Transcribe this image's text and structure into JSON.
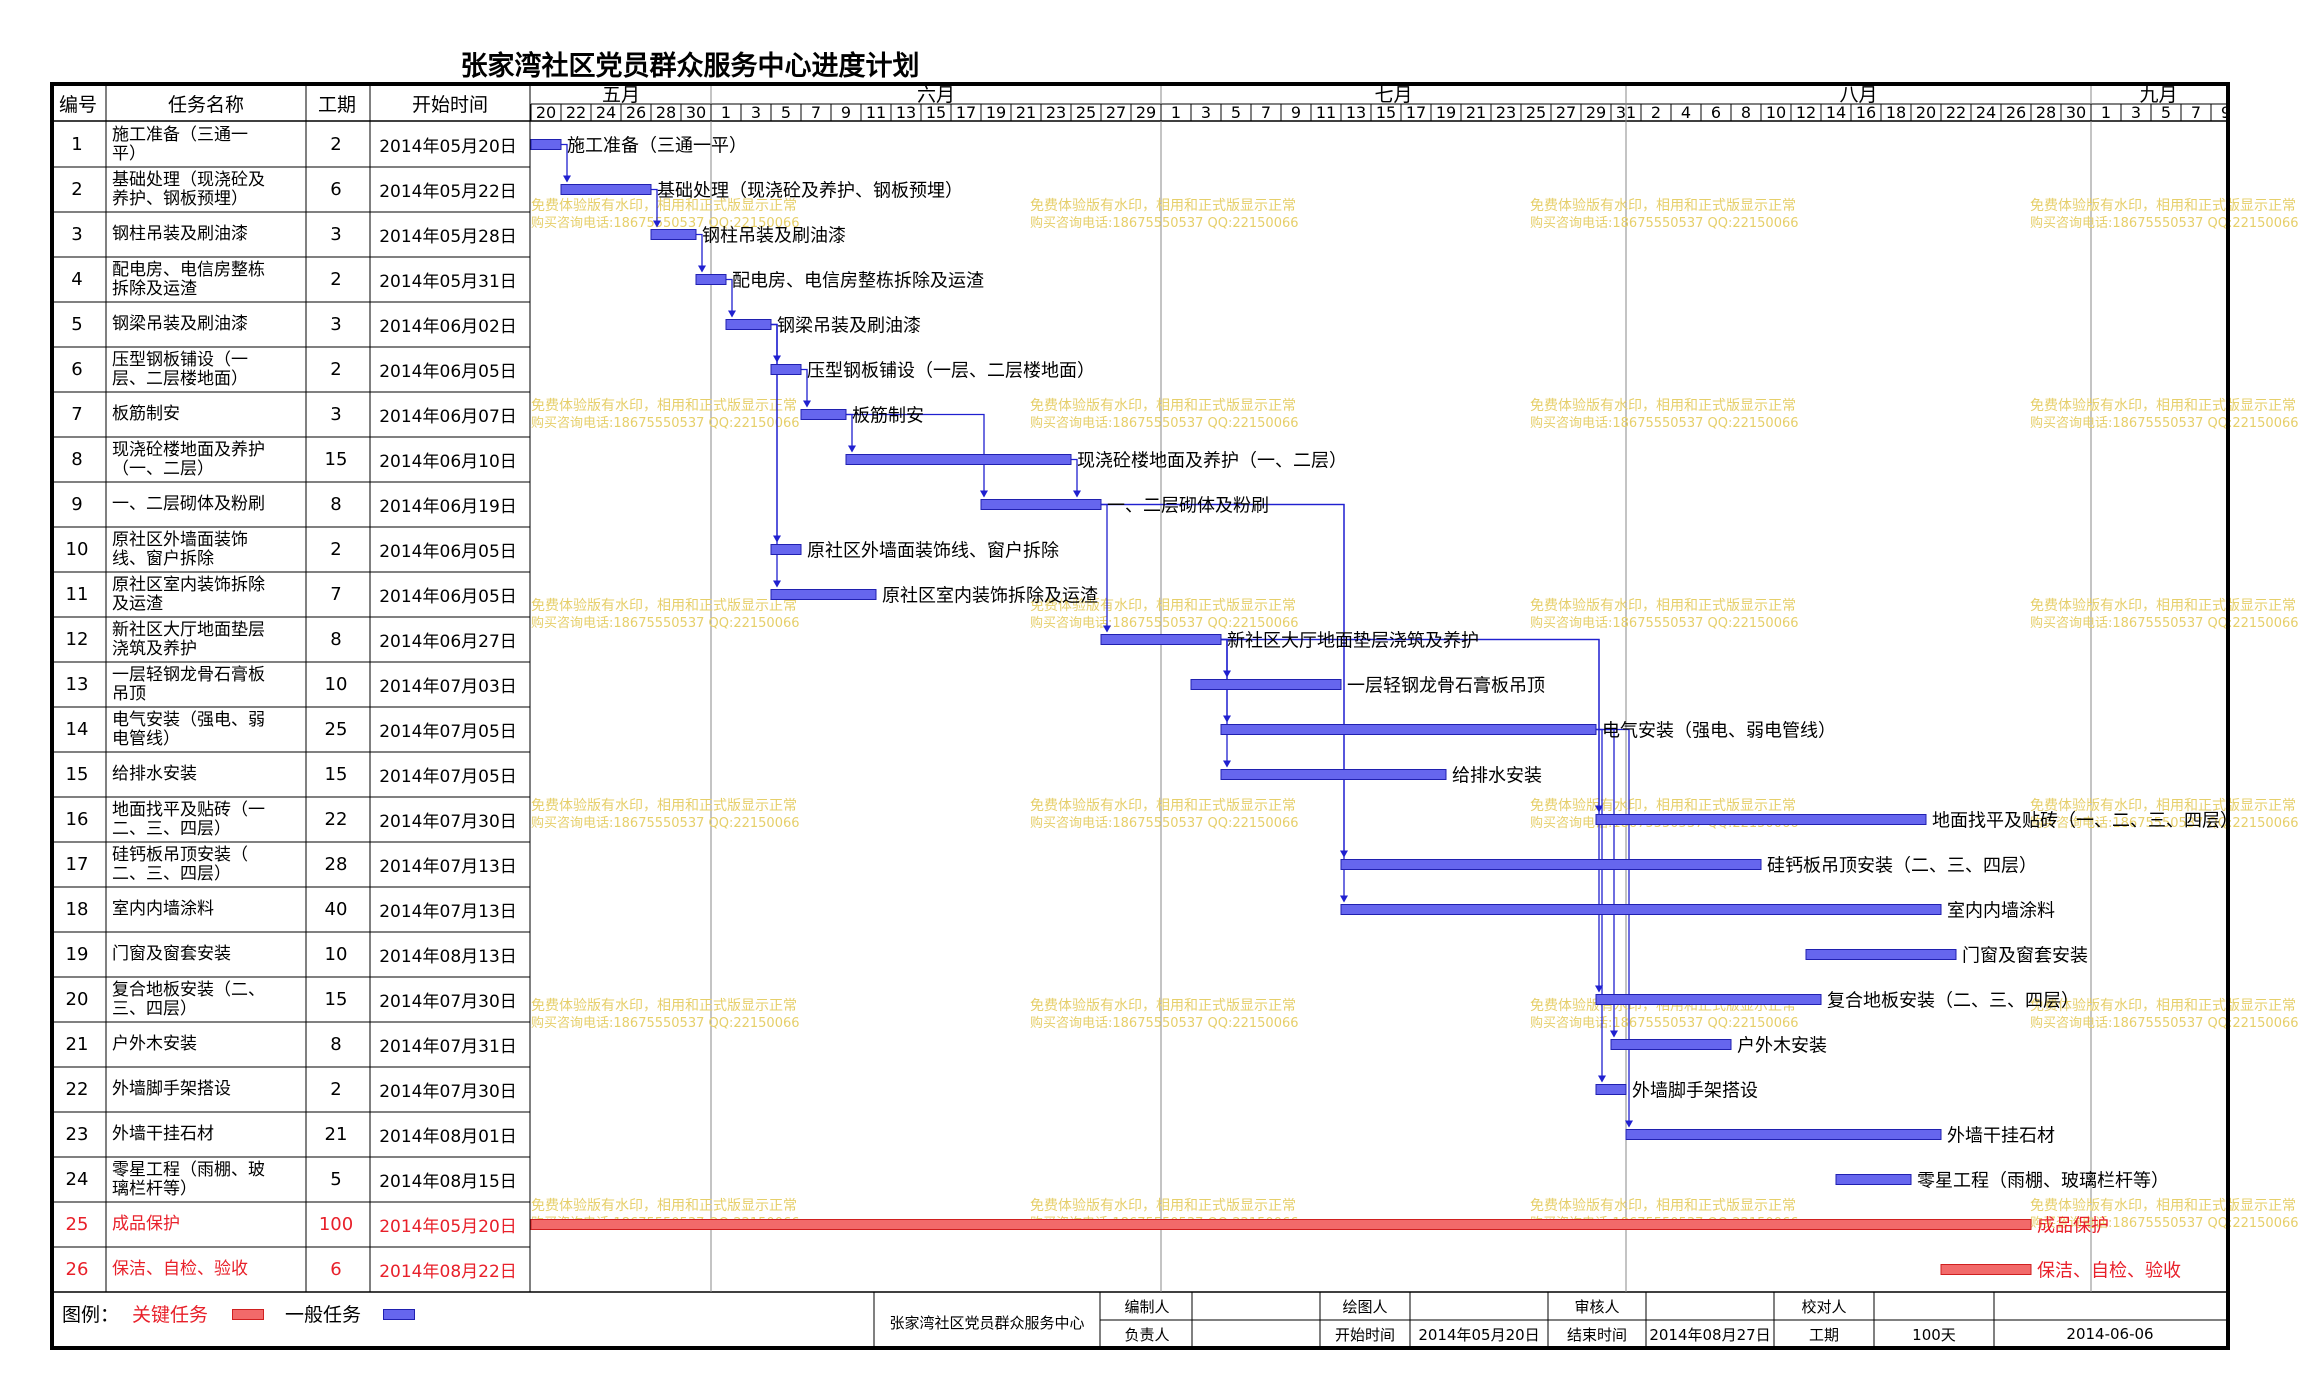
{
  "title": "张家湾社区党员群众服务中心进度计划",
  "headers": {
    "num": "编号",
    "name": "任务名称",
    "dur": "工期",
    "start": "开始时间"
  },
  "months": [
    "五月",
    "六月",
    "七月",
    "八月",
    "九月"
  ],
  "day_ticks": [
    "20",
    "22",
    "24",
    "26",
    "28",
    "30",
    "1",
    "3",
    "5",
    "7",
    "9",
    "11",
    "13",
    "15",
    "17",
    "19",
    "21",
    "23",
    "25",
    "27",
    "29",
    "1",
    "3",
    "5",
    "7",
    "9",
    "11",
    "13",
    "15",
    "17",
    "19",
    "21",
    "23",
    "25",
    "27",
    "29",
    "31",
    "2",
    "4",
    "6",
    "8",
    "10",
    "12",
    "14",
    "16",
    "18",
    "20",
    "22",
    "24",
    "26",
    "28",
    "30",
    "1",
    "3",
    "5",
    "7",
    "9"
  ],
  "watermark": [
    "免费体验版有水印，相用和正式版显示正常",
    "购买咨询电话:18675550537 QQ:22150066"
  ],
  "colors": {
    "critical": "#f26a6a",
    "normal": "#6666ee",
    "critical_text": "#e8202a",
    "link": "#2020d0"
  },
  "chart_data": {
    "type": "gantt",
    "title": "张家湾社区党员群众服务中心进度计划",
    "x_start": "2014-05-20",
    "x_end": "2014-09-10",
    "tasks": [
      {
        "id": "1",
        "name": "施工准备（三通一平）",
        "table_name": "施工准备（三通一\n平）",
        "duration": 2,
        "start": "2014年05月20日",
        "start_date": "2014-05-20",
        "type": "normal",
        "label": "施工准备（三通一平）"
      },
      {
        "id": "2",
        "name": "基础处理（现浇砼及养护、钢板预埋）",
        "table_name": "基础处理（现浇砼及\n养护、钢板预埋）",
        "duration": 6,
        "start": "2014年05月22日",
        "start_date": "2014-05-22",
        "type": "normal",
        "label": "基础处理（现浇砼及养护、钢板预埋）"
      },
      {
        "id": "3",
        "name": "钢柱吊装及刷油漆",
        "table_name": "钢柱吊装及刷油漆",
        "duration": 3,
        "start": "2014年05月28日",
        "start_date": "2014-05-28",
        "type": "normal",
        "label": "钢柱吊装及刷油漆"
      },
      {
        "id": "4",
        "name": "配电房、电信房整栋拆除及运渣",
        "table_name": "配电房、电信房整栋\n拆除及运渣",
        "duration": 2,
        "start": "2014年05月31日",
        "start_date": "2014-05-31",
        "type": "normal",
        "label": "配电房、电信房整栋拆除及运渣"
      },
      {
        "id": "5",
        "name": "钢梁吊装及刷油漆",
        "table_name": "钢梁吊装及刷油漆",
        "duration": 3,
        "start": "2014年06月02日",
        "start_date": "2014-06-02",
        "type": "normal",
        "label": "钢梁吊装及刷油漆"
      },
      {
        "id": "6",
        "name": "压型钢板铺设（一层、二层楼地面）",
        "table_name": "压型钢板铺设（一\n层、二层楼地面）",
        "duration": 2,
        "start": "2014年06月05日",
        "start_date": "2014-06-05",
        "type": "normal",
        "label": "压型钢板铺设（一层、二层楼地面）"
      },
      {
        "id": "7",
        "name": "板筋制安",
        "table_name": "板筋制安",
        "duration": 3,
        "start": "2014年06月07日",
        "start_date": "2014-06-07",
        "type": "normal",
        "label": "板筋制安"
      },
      {
        "id": "8",
        "name": "现浇砼楼地面及养护（一、二层）",
        "table_name": "现浇砼楼地面及养护\n（一、二层）",
        "duration": 15,
        "start": "2014年06月10日",
        "start_date": "2014-06-10",
        "type": "normal",
        "label": "现浇砼楼地面及养护（一、二层）"
      },
      {
        "id": "9",
        "name": "一、二层砌体及粉刷",
        "table_name": "一、二层砌体及粉刷",
        "duration": 8,
        "start": "2014年06月19日",
        "start_date": "2014-06-19",
        "type": "normal",
        "label": "一、二层砌体及粉刷"
      },
      {
        "id": "10",
        "name": "原社区外墙面装饰线、窗户拆除",
        "table_name": "原社区外墙面装饰\n线、窗户拆除",
        "duration": 2,
        "start": "2014年06月05日",
        "start_date": "2014-06-05",
        "type": "normal",
        "label": "原社区外墙面装饰线、窗户拆除"
      },
      {
        "id": "11",
        "name": "原社区室内装饰拆除及运渣",
        "table_name": "原社区室内装饰拆除\n及运渣",
        "duration": 7,
        "start": "2014年06月05日",
        "start_date": "2014-06-05",
        "type": "normal",
        "label": "原社区室内装饰拆除及运渣"
      },
      {
        "id": "12",
        "name": "新社区大厅地面垫层浇筑及养护",
        "table_name": "新社区大厅地面垫层\n浇筑及养护",
        "duration": 8,
        "start": "2014年06月27日",
        "start_date": "2014-06-27",
        "type": "normal",
        "label": "新社区大厅地面垫层浇筑及养护"
      },
      {
        "id": "13",
        "name": "一层轻钢龙骨石膏板吊顶",
        "table_name": "一层轻钢龙骨石膏板\n吊顶",
        "duration": 10,
        "start": "2014年07月03日",
        "start_date": "2014-07-03",
        "type": "normal",
        "label": "一层轻钢龙骨石膏板吊顶"
      },
      {
        "id": "14",
        "name": "电气安装（强电、弱电管线）",
        "table_name": "电气安装（强电、弱\n电管线）",
        "duration": 25,
        "start": "2014年07月05日",
        "start_date": "2014-07-05",
        "type": "normal",
        "label": "电气安装（强电、弱电管线）"
      },
      {
        "id": "15",
        "name": "给排水安装",
        "table_name": "给排水安装",
        "duration": 15,
        "start": "2014年07月05日",
        "start_date": "2014-07-05",
        "type": "normal",
        "label": "给排水安装"
      },
      {
        "id": "16",
        "name": "地面找平及贴砖（一、二、三、四层）",
        "table_name": "地面找平及贴砖（一\n二、三、四层）",
        "duration": 22,
        "start": "2014年07月30日",
        "start_date": "2014-07-30",
        "type": "normal",
        "label": "地面找平及贴砖（一、二、三、四层）"
      },
      {
        "id": "17",
        "name": "硅钙板吊顶安装（二、三、四层）",
        "table_name": "硅钙板吊顶安装（\n二、三、四层）",
        "duration": 28,
        "start": "2014年07月13日",
        "start_date": "2014-07-13",
        "type": "normal",
        "label": "硅钙板吊顶安装（二、三、四层）"
      },
      {
        "id": "18",
        "name": "室内内墙涂料",
        "table_name": "室内内墙涂料",
        "duration": 40,
        "start": "2014年07月13日",
        "start_date": "2014-07-13",
        "type": "normal",
        "label": "室内内墙涂料"
      },
      {
        "id": "19",
        "name": "门窗及窗套安装",
        "table_name": "门窗及窗套安装",
        "duration": 10,
        "start": "2014年08月13日",
        "start_date": "2014-08-13",
        "type": "normal",
        "label": "门窗及窗套安装"
      },
      {
        "id": "20",
        "name": "复合地板安装（二、三、四层）",
        "table_name": "复合地板安装（二、\n三、四层）",
        "duration": 15,
        "start": "2014年07月30日",
        "start_date": "2014-07-30",
        "type": "normal",
        "label": "复合地板安装（二、三、四层）"
      },
      {
        "id": "21",
        "name": "户外木安装",
        "table_name": "户外木安装",
        "duration": 8,
        "start": "2014年07月31日",
        "start_date": "2014-07-31",
        "type": "normal",
        "label": "户外木安装"
      },
      {
        "id": "22",
        "name": "外墙脚手架搭设",
        "table_name": "外墙脚手架搭设",
        "duration": 2,
        "start": "2014年07月30日",
        "start_date": "2014-07-30",
        "type": "normal",
        "label": "外墙脚手架搭设"
      },
      {
        "id": "23",
        "name": "外墙干挂石材",
        "table_name": "外墙干挂石材",
        "duration": 21,
        "start": "2014年08月01日",
        "start_date": "2014-08-01",
        "type": "normal",
        "label": "外墙干挂石材"
      },
      {
        "id": "24",
        "name": "零星工程（雨棚、玻璃栏杆等）",
        "table_name": "零星工程（雨棚、玻\n璃栏杆等）",
        "duration": 5,
        "start": "2014年08月15日",
        "start_date": "2014-08-15",
        "type": "normal",
        "label": "零星工程（雨棚、玻璃栏杆等）"
      },
      {
        "id": "25",
        "name": "成品保护",
        "table_name": "成品保护",
        "duration": 100,
        "start": "2014年05月20日",
        "start_date": "2014-05-20",
        "type": "critical",
        "label": "成品保护"
      },
      {
        "id": "26",
        "name": "保洁、自检、验收",
        "table_name": "保洁、自检、验收",
        "duration": 6,
        "start": "2014年08月22日",
        "start_date": "2014-08-22",
        "type": "critical",
        "label": "保洁、自检、验收"
      }
    ],
    "links": [
      [
        1,
        2
      ],
      [
        2,
        3
      ],
      [
        3,
        4
      ],
      [
        4,
        5
      ],
      [
        5,
        6
      ],
      [
        5,
        10
      ],
      [
        5,
        11
      ],
      [
        6,
        7
      ],
      [
        7,
        8
      ],
      [
        7,
        9
      ],
      [
        8,
        9
      ],
      [
        9,
        12
      ],
      [
        9,
        17
      ],
      [
        9,
        18
      ],
      [
        12,
        13
      ],
      [
        12,
        14
      ],
      [
        12,
        15
      ],
      [
        12,
        16
      ],
      [
        12,
        20
      ],
      [
        14,
        21
      ],
      [
        14,
        22
      ],
      [
        14,
        23
      ]
    ]
  },
  "legend": {
    "label": "图例：",
    "critical": "关键任务",
    "normal": "一般任务"
  },
  "footer": {
    "project": "张家湾社区党员群众服务中心",
    "compiler_label": "编制人",
    "drawer_label": "绘图人",
    "reviewer_label": "审核人",
    "checker_label": "校对人",
    "owner_label": "负责人",
    "start_label": "开始时间",
    "start_value": "2014年05月20日",
    "end_label": "结束时间",
    "end_value": "2014年08月27日",
    "duration_label": "工期",
    "duration_value": "100天",
    "date_value": "2014-06-06"
  }
}
